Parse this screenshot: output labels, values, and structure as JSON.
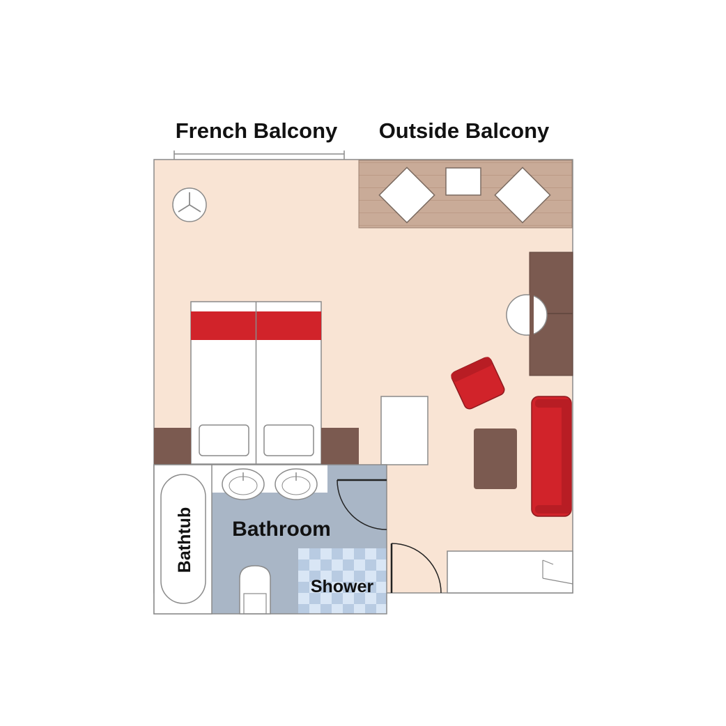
{
  "labels": {
    "french_balcony": "French Balcony",
    "outside_balcony": "Outside Balcony",
    "bathroom": "Bathroom",
    "bathtub": "Bathtub",
    "shower": "Shower"
  },
  "colors": {
    "floor": "#f9e4d4",
    "bathroom_floor": "#a9b6c6",
    "balcony_deck": "#c9ab98",
    "wall_outline": "#8a8a8a",
    "furniture_brown": "#7b5a50",
    "accent_red": "#d1232a",
    "shower_light": "#d9e6f5",
    "shower_dark": "#b8cbe2",
    "white": "#ffffff"
  }
}
